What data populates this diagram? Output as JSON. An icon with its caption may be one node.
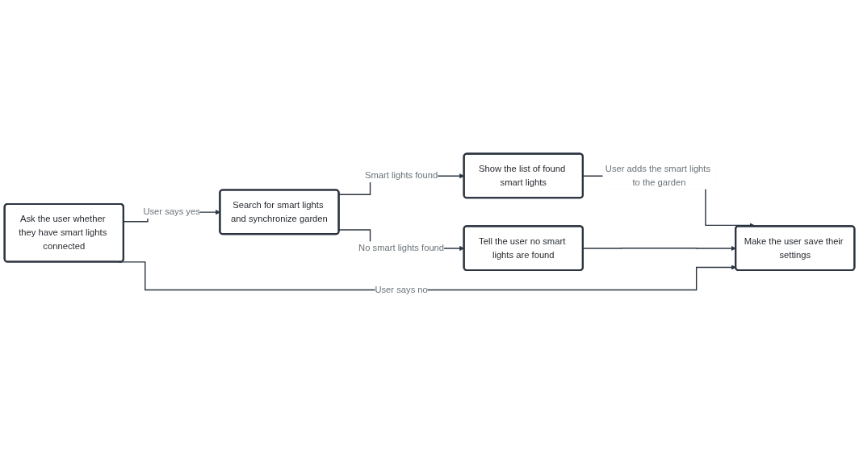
{
  "diagram": {
    "nodes": [
      {
        "text": [
          "Ask the user whether they have smart lights connected"
        ]
      },
      {
        "text": [
          "Search for smart lights and synchronize garden"
        ]
      },
      {
        "text": [
          "Show the list of found smart lights"
        ]
      },
      {
        "text": [
          "Tell the user no smart lights are found"
        ]
      },
      {
        "text": [
          "Make the user save their settings"
        ]
      }
    ],
    "edges": [
      {
        "from": 0,
        "to": 1,
        "arrow": "to",
        "label": "User says yes"
      },
      {
        "from": 1,
        "to": 2,
        "arrow": "to",
        "label": "Smart lights found"
      },
      {
        "from": 1,
        "to": 3,
        "arrow": "to",
        "label": "No smart lights found"
      },
      {
        "from": 2,
        "to": 4,
        "arrow": "to",
        "label": "User adds the smart lights to the garden"
      },
      {
        "from": 3,
        "to": 4,
        "arrow": "to"
      },
      {
        "from": 0,
        "to": 4,
        "arrow": "to",
        "label": "User says no"
      }
    ]
  }
}
